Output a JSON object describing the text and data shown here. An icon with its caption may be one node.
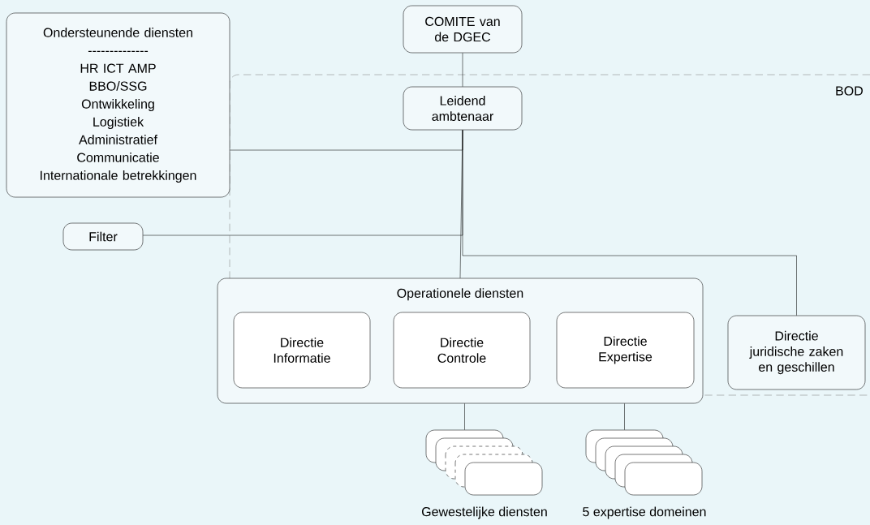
{
  "diagram": {
    "nodes": [
      {
        "text": [
          "Ondersteunende diensten",
          "--------------",
          "HR  ICT  AMP",
          "BBO/SSG",
          "Ontwikkeling",
          "Logistiek",
          "Administratief",
          "Communicatie",
          "Internationale betrekkingen"
        ]
      },
      {
        "text": [
          "COMITE van de DGEC"
        ]
      },
      {
        "text": [
          "BOD"
        ]
      },
      {
        "text": [
          "Leidend ambtenaar"
        ],
        "in": 2
      },
      {
        "text": [
          "Filter"
        ]
      },
      {
        "text": [
          "Operationele diensten"
        ]
      },
      {
        "text": [
          "Directie Informatie"
        ],
        "in": 5
      },
      {
        "text": [
          "Directie Controle"
        ],
        "in": 5
      },
      {
        "text": [
          "Directie Expertise"
        ],
        "in": 5
      },
      {
        "text": [
          "Directie juridische zaken en geschillen"
        ],
        "in": 2
      },
      {
        "text": [],
        "shape": "box",
        "beside": [
          "Gewestelijke diensten"
        ]
      },
      {
        "text": [],
        "shape": "box",
        "beside": [
          "5 expertise domeinen"
        ]
      }
    ],
    "edges": [
      {
        "from": 1,
        "to": 3,
        "arrow": "none"
      },
      {
        "from": 0,
        "to": 3,
        "arrow": "none"
      },
      {
        "from": 4,
        "to": 3,
        "arrow": "none"
      },
      {
        "from": 3,
        "to": 5,
        "arrow": "none"
      },
      {
        "from": 3,
        "to": 9,
        "arrow": "none"
      },
      {
        "from": 5,
        "to": 10,
        "arrow": "none"
      },
      {
        "from": 5,
        "to": 11,
        "arrow": "none"
      }
    ]
  }
}
